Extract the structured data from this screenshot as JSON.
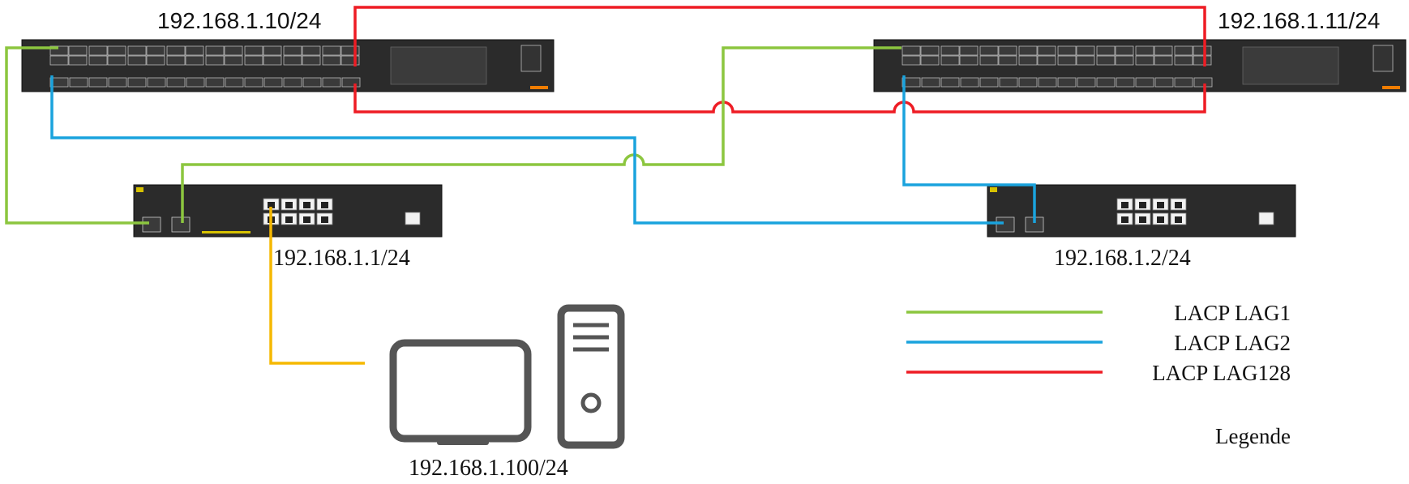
{
  "devices": {
    "core_switch_1": {
      "ip": "192.168.1.10/24"
    },
    "core_switch_2": {
      "ip": "192.168.1.11/24"
    },
    "access_switch_1": {
      "ip": "192.168.1.1/24"
    },
    "access_switch_2": {
      "ip": "192.168.1.2/24"
    },
    "pc": {
      "ip": "192.168.1.100/24"
    }
  },
  "colors": {
    "lag1": "#8cc63f",
    "lag2": "#1aa3dd",
    "lag128": "#ee1c24",
    "pc_link": "#f5b800",
    "device_body": "#2b2b2b",
    "pc_icon": "#555555"
  },
  "legend": {
    "items": [
      {
        "label": "LACP LAG1",
        "color": "#8cc63f"
      },
      {
        "label": "LACP LAG2",
        "color": "#1aa3dd"
      },
      {
        "label": "LACP LAG128",
        "color": "#ee1c24"
      }
    ],
    "title": "Legende"
  }
}
